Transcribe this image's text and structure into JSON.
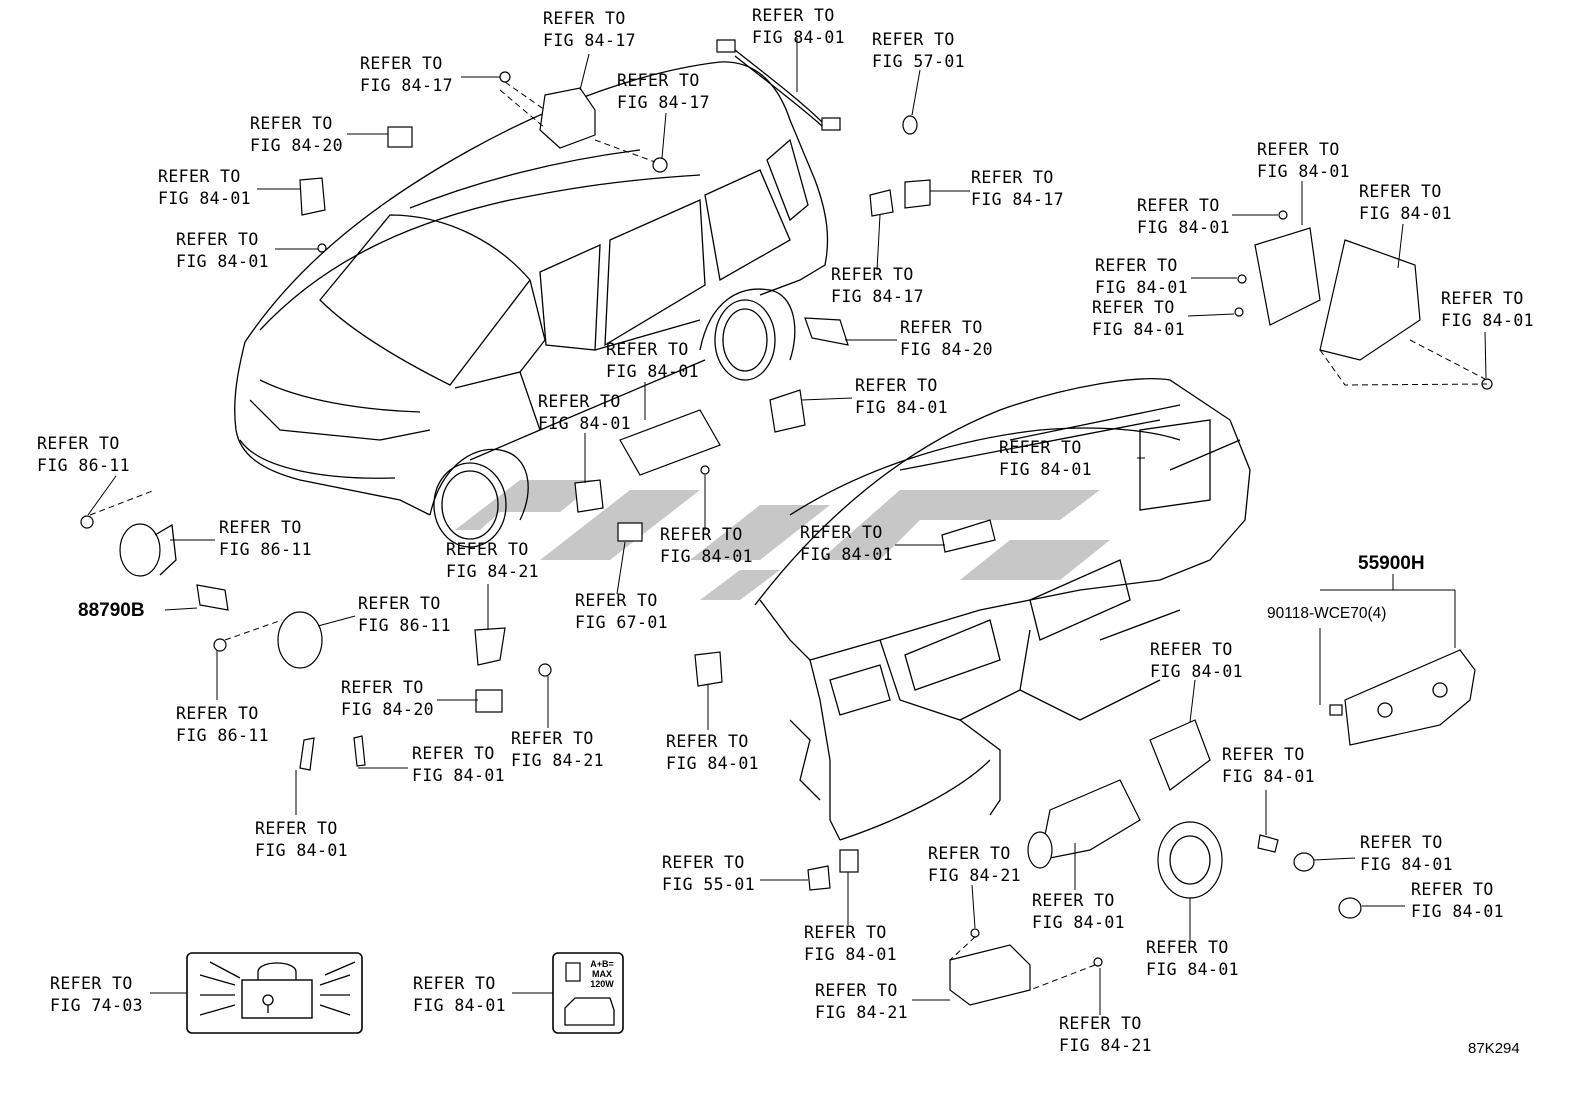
{
  "diagram": {
    "references": [
      {
        "id": "r1",
        "line1": "REFER TO",
        "line2": "FIG 84-17"
      },
      {
        "id": "r2",
        "line1": "REFER TO",
        "line2": "FIG 84-01"
      },
      {
        "id": "r3",
        "line1": "REFER TO",
        "line2": "FIG 84-17"
      },
      {
        "id": "r4",
        "line1": "REFER TO",
        "line2": "FIG 84-17"
      },
      {
        "id": "r5",
        "line1": "REFER TO",
        "line2": "FIG 57-01"
      },
      {
        "id": "r6",
        "line1": "REFER TO",
        "line2": "FIG 84-20"
      },
      {
        "id": "r7",
        "line1": "REFER TO",
        "line2": "FIG 84-01"
      },
      {
        "id": "r8",
        "line1": "REFER TO",
        "line2": "FIG 84-01"
      },
      {
        "id": "r9",
        "line1": "REFER TO",
        "line2": "FIG 84-17"
      },
      {
        "id": "r10",
        "line1": "REFER TO",
        "line2": "FIG 84-17"
      },
      {
        "id": "r11",
        "line1": "REFER TO",
        "line2": "FIG 84-01"
      },
      {
        "id": "r12",
        "line1": "REFER TO",
        "line2": "FIG 84-01"
      },
      {
        "id": "r13",
        "line1": "REFER TO",
        "line2": "FIG 84-01"
      },
      {
        "id": "r14",
        "line1": "REFER TO",
        "line2": "FIG 84-01"
      },
      {
        "id": "r15",
        "line1": "REFER TO",
        "line2": "FIG 84-01"
      },
      {
        "id": "r16",
        "line1": "REFER TO",
        "line2": "FIG 84-01"
      },
      {
        "id": "r17",
        "line1": "REFER TO",
        "line2": "FIG 84-20"
      },
      {
        "id": "r18",
        "line1": "REFER TO",
        "line2": "FIG 84-01"
      },
      {
        "id": "r19",
        "line1": "REFER TO",
        "line2": "FIG 84-01"
      },
      {
        "id": "r20",
        "line1": "REFER TO",
        "line2": "FIG 84-01"
      },
      {
        "id": "r21",
        "line1": "REFER TO",
        "line2": "FIG 84-01"
      },
      {
        "id": "r22",
        "line1": "REFER TO",
        "line2": "FIG 86-11"
      },
      {
        "id": "r23",
        "line1": "REFER TO",
        "line2": "FIG 86-11"
      },
      {
        "id": "r24",
        "line1": "REFER TO",
        "line2": "FIG 84-21"
      },
      {
        "id": "r25",
        "line1": "REFER TO",
        "line2": "FIG 84-01"
      },
      {
        "id": "r26",
        "line1": "REFER TO",
        "line2": "FIG 84-01"
      },
      {
        "id": "r27",
        "line1": "REFER TO",
        "line2": "FIG 67-01"
      },
      {
        "id": "r28",
        "line1": "REFER TO",
        "line2": "FIG 86-11"
      },
      {
        "id": "r29",
        "line1": "REFER TO",
        "line2": "FIG 84-20"
      },
      {
        "id": "r30",
        "line1": "REFER TO",
        "line2": "FIG 86-11"
      },
      {
        "id": "r31",
        "line1": "REFER TO",
        "line2": "FIG 84-01"
      },
      {
        "id": "r32",
        "line1": "REFER TO",
        "line2": "FIG 84-21"
      },
      {
        "id": "r33",
        "line1": "REFER TO",
        "line2": "FIG 84-01"
      },
      {
        "id": "r34",
        "line1": "REFER TO",
        "line2": "FIG 84-01"
      },
      {
        "id": "r35",
        "line1": "REFER TO",
        "line2": "FIG 84-01"
      },
      {
        "id": "r36",
        "line1": "REFER TO",
        "line2": "FIG 84-01"
      },
      {
        "id": "r37",
        "line1": "REFER TO",
        "line2": "FIG 84-01"
      },
      {
        "id": "r38",
        "line1": "REFER TO",
        "line2": "FIG 84-01"
      },
      {
        "id": "r39",
        "line1": "REFER TO",
        "line2": "FIG 84-21"
      },
      {
        "id": "r40",
        "line1": "REFER TO",
        "line2": "FIG 84-01"
      },
      {
        "id": "r41",
        "line1": "REFER TO",
        "line2": "FIG 84-01"
      },
      {
        "id": "r42",
        "line1": "REFER TO",
        "line2": "FIG 55-01"
      },
      {
        "id": "r43",
        "line1": "REFER TO",
        "line2": "FIG 84-01"
      },
      {
        "id": "r44",
        "line1": "REFER TO",
        "line2": "FIG 84-21"
      },
      {
        "id": "r45",
        "line1": "REFER TO",
        "line2": "FIG 84-21"
      },
      {
        "id": "r46",
        "line1": "REFER TO",
        "line2": "FIG 74-03"
      },
      {
        "id": "r47",
        "line1": "REFER TO",
        "line2": "FIG 84-01"
      }
    ],
    "part_numbers": {
      "horn_bracket": "88790B",
      "control_panel": "55900H",
      "screw": "90118-WCE70(4)"
    },
    "label_badge": {
      "line1": "A+B=",
      "line2": "MAX",
      "line3": "120W"
    },
    "figure_code": "87K294"
  }
}
